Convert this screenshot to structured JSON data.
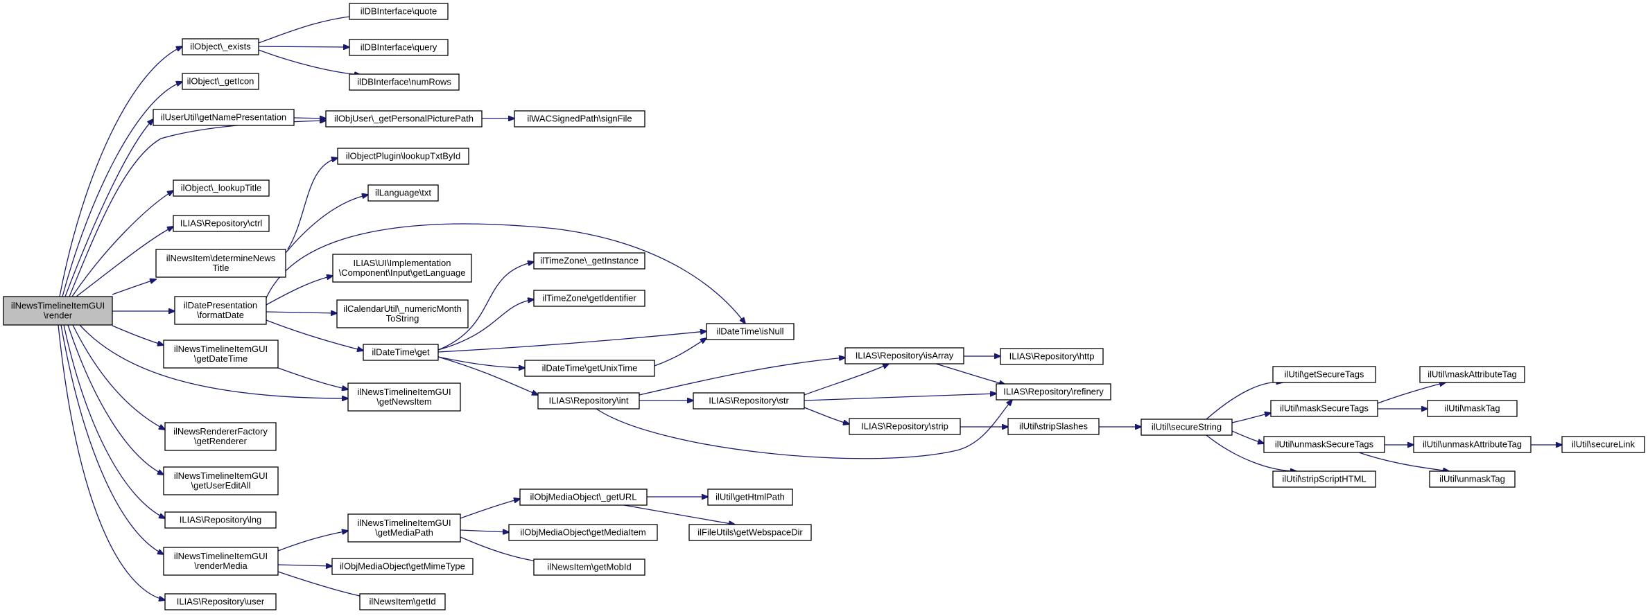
{
  "graph": {
    "nodes": [
      {
        "id": "render",
        "lines": [
          "ilNewsTimelineItemGUI",
          "\\render"
        ],
        "root": true
      },
      {
        "id": "objExists",
        "lines": [
          "ilObject\\_exists"
        ]
      },
      {
        "id": "dbQuote",
        "lines": [
          "ilDBInterface\\quote"
        ]
      },
      {
        "id": "dbQuery",
        "lines": [
          "ilDBInterface\\query"
        ]
      },
      {
        "id": "dbNumRows",
        "lines": [
          "ilDBInterface\\numRows"
        ]
      },
      {
        "id": "objGetIcon",
        "lines": [
          "ilObject\\_getIcon"
        ]
      },
      {
        "id": "userNamePres",
        "lines": [
          "ilUserUtil\\getNamePresentation"
        ]
      },
      {
        "id": "persPicPath",
        "lines": [
          "ilObjUser\\_getPersonalPicturePath"
        ]
      },
      {
        "id": "wacSign",
        "lines": [
          "ilWACSignedPath\\signFile"
        ]
      },
      {
        "id": "pluginLookup",
        "lines": [
          "ilObjectPlugin\\lookupTxtById"
        ]
      },
      {
        "id": "objLookupTitle",
        "lines": [
          "ilObject\\_lookupTitle"
        ]
      },
      {
        "id": "langTxt",
        "lines": [
          "ilLanguage\\txt"
        ]
      },
      {
        "id": "repoCtrl",
        "lines": [
          "ILIAS\\Repository\\ctrl"
        ]
      },
      {
        "id": "newsDetTitle",
        "lines": [
          "ilNewsItem\\determineNews",
          "Title"
        ]
      },
      {
        "id": "uiGetLang",
        "lines": [
          "ILIAS\\UI\\Implementation",
          "\\Component\\Input\\getLanguage"
        ]
      },
      {
        "id": "tzGetInstance",
        "lines": [
          "ilTimeZone\\_getInstance"
        ]
      },
      {
        "id": "datePresFormat",
        "lines": [
          "ilDatePresentation",
          "\\formatDate"
        ]
      },
      {
        "id": "calNumMonth",
        "lines": [
          "ilCalendarUtil\\_numericMonth",
          "ToString"
        ]
      },
      {
        "id": "tzGetIdent",
        "lines": [
          "ilTimeZone\\getIdentifier"
        ]
      },
      {
        "id": "dtIsNull",
        "lines": [
          "ilDateTime\\isNull"
        ]
      },
      {
        "id": "gtiGetDateTime",
        "lines": [
          "ilNewsTimelineItemGUI",
          "\\getDateTime"
        ]
      },
      {
        "id": "dtGet",
        "lines": [
          "ilDateTime\\get"
        ]
      },
      {
        "id": "repoIsArray",
        "lines": [
          "ILIAS\\Repository\\isArray"
        ]
      },
      {
        "id": "repoHttp",
        "lines": [
          "ILIAS\\Repository\\http"
        ]
      },
      {
        "id": "dtGetUnix",
        "lines": [
          "ilDateTime\\getUnixTime"
        ]
      },
      {
        "id": "utilGetSecure",
        "lines": [
          "ilUtil\\getSecureTags"
        ]
      },
      {
        "id": "utilMaskAttr",
        "lines": [
          "ilUtil\\maskAttributeTag"
        ]
      },
      {
        "id": "gtiGetNewsItem",
        "lines": [
          "ilNewsTimelineItemGUI",
          "\\getNewsItem"
        ]
      },
      {
        "id": "repoRefinery",
        "lines": [
          "ILIAS\\Repository\\refinery"
        ]
      },
      {
        "id": "repoInt",
        "lines": [
          "ILIAS\\Repository\\int"
        ]
      },
      {
        "id": "repoStr",
        "lines": [
          "ILIAS\\Repository\\str"
        ]
      },
      {
        "id": "utilMaskSecure",
        "lines": [
          "ilUtil\\maskSecureTags"
        ]
      },
      {
        "id": "utilMaskTag",
        "lines": [
          "ilUtil\\maskTag"
        ]
      },
      {
        "id": "repoStrip",
        "lines": [
          "ILIAS\\Repository\\strip"
        ]
      },
      {
        "id": "utilStripSlashes",
        "lines": [
          "ilUtil\\stripSlashes"
        ]
      },
      {
        "id": "utilSecureString",
        "lines": [
          "ilUtil\\secureString"
        ]
      },
      {
        "id": "rendFactory",
        "lines": [
          "ilNewsRendererFactory",
          "\\getRenderer"
        ]
      },
      {
        "id": "utilUnmaskSecure",
        "lines": [
          "ilUtil\\unmaskSecureTags"
        ]
      },
      {
        "id": "utilUnmaskAttr",
        "lines": [
          "ilUtil\\unmaskAttributeTag"
        ]
      },
      {
        "id": "utilSecureLink",
        "lines": [
          "ilUtil\\secureLink"
        ]
      },
      {
        "id": "gtiUserEditAll",
        "lines": [
          "ilNewsTimelineItemGUI",
          "\\getUserEditAll"
        ]
      },
      {
        "id": "utilStripScript",
        "lines": [
          "ilUtil\\stripScriptHTML"
        ]
      },
      {
        "id": "utilUnmaskTag",
        "lines": [
          "ilUtil\\unmaskTag"
        ]
      },
      {
        "id": "mobGetURL",
        "lines": [
          "ilObjMediaObject\\_getURL"
        ]
      },
      {
        "id": "utilHtmlPath",
        "lines": [
          "ilUtil\\getHtmlPath"
        ]
      },
      {
        "id": "repoLng",
        "lines": [
          "ILIAS\\Repository\\lng"
        ]
      },
      {
        "id": "gtiMediaPath",
        "lines": [
          "ilNewsTimelineItemGUI",
          "\\getMediaPath"
        ]
      },
      {
        "id": "mobMediaItem",
        "lines": [
          "ilObjMediaObject\\getMediaItem"
        ]
      },
      {
        "id": "fileWebDir",
        "lines": [
          "ilFileUtils\\getWebspaceDir"
        ]
      },
      {
        "id": "gtiRenderMedia",
        "lines": [
          "ilNewsTimelineItemGUI",
          "\\renderMedia"
        ]
      },
      {
        "id": "newsMobId",
        "lines": [
          "ilNewsItem\\getMobId"
        ]
      },
      {
        "id": "mobMime",
        "lines": [
          "ilObjMediaObject\\getMimeType"
        ]
      },
      {
        "id": "repoUser",
        "lines": [
          "ILIAS\\Repository\\user"
        ]
      },
      {
        "id": "newsGetId",
        "lines": [
          "ilNewsItem\\getId"
        ]
      }
    ],
    "edges": [
      [
        "render",
        "objExists"
      ],
      [
        "render",
        "objGetIcon"
      ],
      [
        "render",
        "userNamePres"
      ],
      [
        "render",
        "persPicPath"
      ],
      [
        "render",
        "objLookupTitle"
      ],
      [
        "render",
        "repoCtrl"
      ],
      [
        "render",
        "newsDetTitle"
      ],
      [
        "render",
        "datePresFormat"
      ],
      [
        "render",
        "gtiGetDateTime"
      ],
      [
        "render",
        "gtiGetNewsItem"
      ],
      [
        "render",
        "rendFactory"
      ],
      [
        "render",
        "gtiUserEditAll"
      ],
      [
        "render",
        "repoLng"
      ],
      [
        "render",
        "gtiRenderMedia"
      ],
      [
        "render",
        "repoUser"
      ],
      [
        "objExists",
        "dbQuote"
      ],
      [
        "objExists",
        "dbQuery"
      ],
      [
        "objExists",
        "dbNumRows"
      ],
      [
        "userNamePres",
        "persPicPath"
      ],
      [
        "persPicPath",
        "wacSign"
      ],
      [
        "newsDetTitle",
        "pluginLookup"
      ],
      [
        "newsDetTitle",
        "langTxt"
      ],
      [
        "datePresFormat",
        "dtIsNull"
      ],
      [
        "datePresFormat",
        "uiGetLang"
      ],
      [
        "datePresFormat",
        "calNumMonth"
      ],
      [
        "datePresFormat",
        "dtGet"
      ],
      [
        "gtiGetDateTime",
        "gtiGetNewsItem"
      ],
      [
        "dtGet",
        "tzGetInstance"
      ],
      [
        "dtGet",
        "tzGetIdent"
      ],
      [
        "dtGet",
        "dtIsNull"
      ],
      [
        "dtGet",
        "dtGetUnix"
      ],
      [
        "dtGet",
        "repoInt"
      ],
      [
        "dtGetUnix",
        "dtIsNull"
      ],
      [
        "repoInt",
        "repoIsArray"
      ],
      [
        "repoInt",
        "repoStr"
      ],
      [
        "repoInt",
        "repoRefinery"
      ],
      [
        "repoStr",
        "repoIsArray"
      ],
      [
        "repoStr",
        "repoRefinery"
      ],
      [
        "repoStr",
        "repoStrip"
      ],
      [
        "repoIsArray",
        "repoHttp"
      ],
      [
        "repoIsArray",
        "repoRefinery"
      ],
      [
        "repoStrip",
        "utilStripSlashes"
      ],
      [
        "utilStripSlashes",
        "utilSecureString"
      ],
      [
        "utilSecureString",
        "utilGetSecure"
      ],
      [
        "utilSecureString",
        "utilMaskSecure"
      ],
      [
        "utilSecureString",
        "utilUnmaskSecure"
      ],
      [
        "utilSecureString",
        "utilStripScript"
      ],
      [
        "utilMaskSecure",
        "utilMaskAttr"
      ],
      [
        "utilMaskSecure",
        "utilMaskTag"
      ],
      [
        "utilUnmaskSecure",
        "utilUnmaskAttr"
      ],
      [
        "utilUnmaskSecure",
        "utilUnmaskTag"
      ],
      [
        "utilUnmaskAttr",
        "utilSecureLink"
      ],
      [
        "gtiRenderMedia",
        "gtiMediaPath"
      ],
      [
        "gtiRenderMedia",
        "mobMime"
      ],
      [
        "gtiRenderMedia",
        "newsGetId"
      ],
      [
        "gtiMediaPath",
        "mobGetURL"
      ],
      [
        "gtiMediaPath",
        "mobMediaItem"
      ],
      [
        "gtiMediaPath",
        "newsMobId"
      ],
      [
        "mobGetURL",
        "utilHtmlPath"
      ],
      [
        "mobGetURL",
        "fileWebDir"
      ]
    ]
  }
}
